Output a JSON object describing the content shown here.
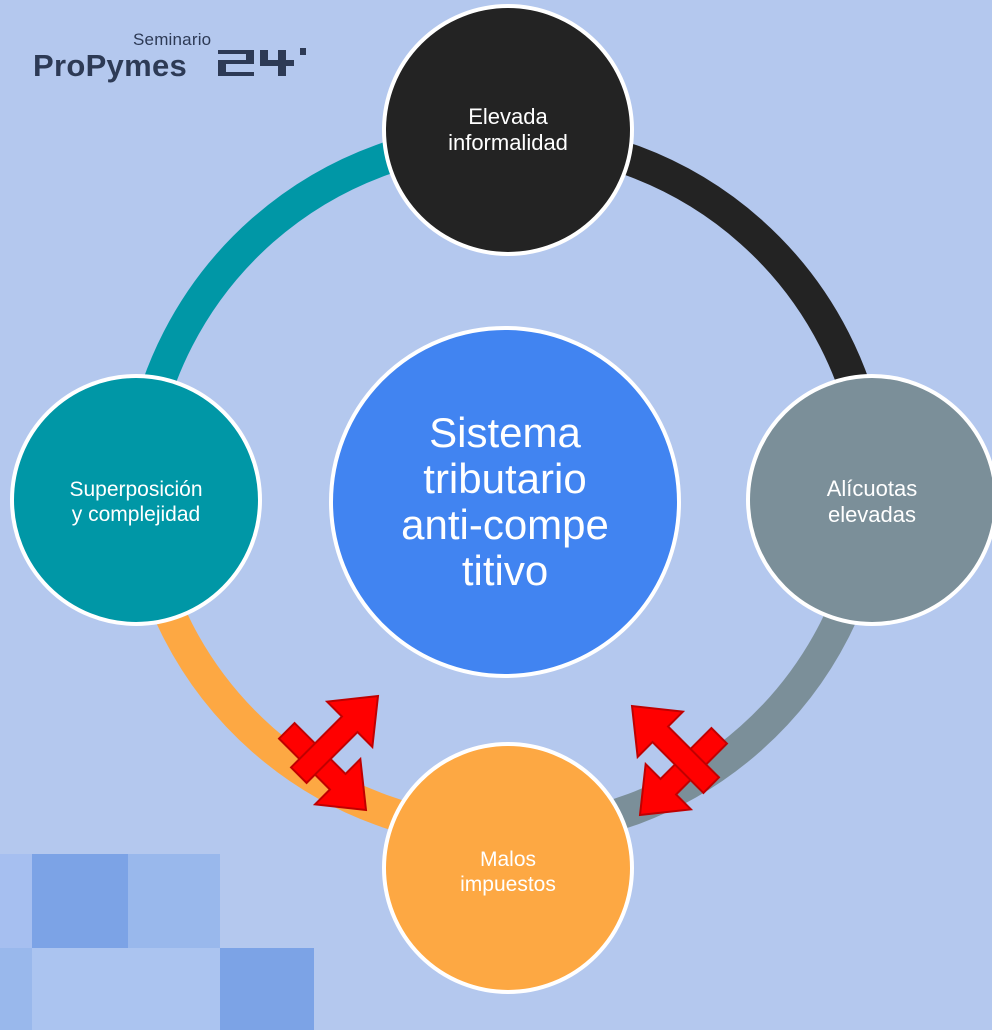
{
  "logo": {
    "superscript": "Seminario",
    "name": "ProPymes",
    "mark_text": "24"
  },
  "diagram": {
    "center": {
      "label": "Sistema tributario anti-compe titivo",
      "lines": "Sistema\ntributario\nanti-compe\ntitivo",
      "color": "#4184f1"
    },
    "nodes": [
      {
        "id": "top",
        "lines": "Elevada\ninformalidad",
        "color": "#232323",
        "text_color": "#ffffff"
      },
      {
        "id": "right",
        "lines": "Alícuotas\nelevadas",
        "color": "#7b8f99",
        "text_color": "#ffffff"
      },
      {
        "id": "bottom",
        "lines": "Malos\nimpuestos",
        "color": "#fda843",
        "text_color": "#ffffff"
      },
      {
        "id": "left",
        "lines": "Superposición\ny complejidad",
        "color": "#0097a6",
        "text_color": "#ffffff"
      }
    ],
    "ring_segments": [
      {
        "from": "top",
        "to": "right",
        "color": "#232323"
      },
      {
        "from": "right",
        "to": "bottom",
        "color": "#7b8f99"
      },
      {
        "from": "bottom",
        "to": "left",
        "color": "#fda843"
      },
      {
        "from": "left",
        "to": "top",
        "color": "#0097a6"
      }
    ],
    "arrow_color": "#ff0000",
    "arrow_count": 4
  },
  "colors": {
    "background": "#b4c8ee",
    "node_border": "#ffffff",
    "logo_text": "#2d3a55",
    "decor_squares": [
      "#7ca3e6",
      "#99b8ec",
      "#a9c1ee"
    ]
  }
}
